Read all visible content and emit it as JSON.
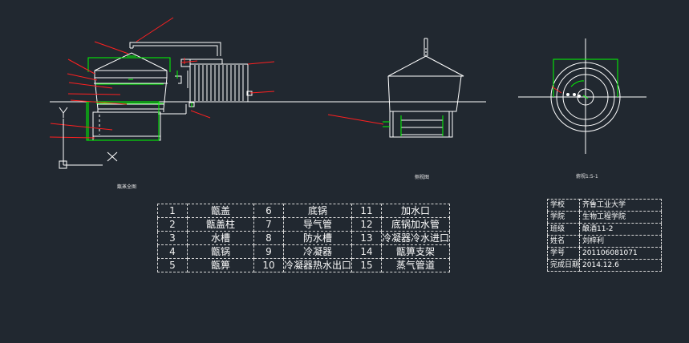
{
  "captions": {
    "main_view": "甑蒸全图",
    "side_view": "侧视图",
    "top_view": "俯视1:5-1"
  },
  "parts": [
    {
      "no": "1",
      "name": "甑盖"
    },
    {
      "no": "2",
      "name": "甑盖柱"
    },
    {
      "no": "3",
      "name": "水槽"
    },
    {
      "no": "4",
      "name": "甑锅"
    },
    {
      "no": "5",
      "name": "甑箅"
    },
    {
      "no": "6",
      "name": "底锅"
    },
    {
      "no": "7",
      "name": "导气管"
    },
    {
      "no": "8",
      "name": "防水槽"
    },
    {
      "no": "9",
      "name": "冷凝器"
    },
    {
      "no": "10",
      "name": "冷凝器热水出口"
    },
    {
      "no": "11",
      "name": "加水口"
    },
    {
      "no": "12",
      "name": "底锅加水管"
    },
    {
      "no": "13",
      "name": "冷凝器冷水进口"
    },
    {
      "no": "14",
      "name": "甑箅支架"
    },
    {
      "no": "15",
      "name": "蒸气管道"
    }
  ],
  "info": [
    {
      "key": "学校",
      "value": "齐鲁工业大学"
    },
    {
      "key": "学院",
      "value": "生物工程学院"
    },
    {
      "key": "班级",
      "value": "酿酒11-2"
    },
    {
      "key": "姓名",
      "value": "刘梓利"
    },
    {
      "key": "学号",
      "value": "201106081071"
    },
    {
      "key": "完成日期",
      "value": "2014.12.6"
    }
  ],
  "ucs": {
    "x": "X",
    "y": "Y"
  },
  "colors": {
    "background": "#212830",
    "line": "#ffffff",
    "dimension": "#00ff00",
    "leader": "#ff2020",
    "table_border": "#d8d8d8"
  }
}
